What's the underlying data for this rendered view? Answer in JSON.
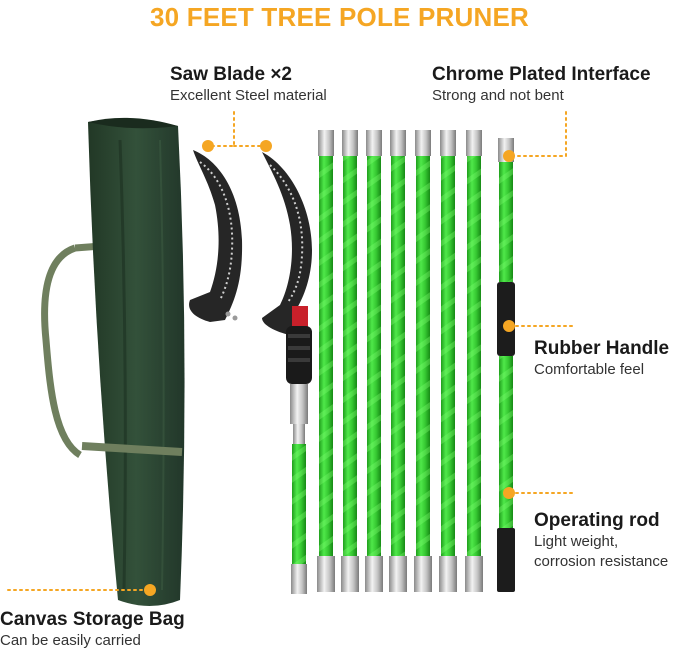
{
  "title": "30 FEET TREE POLE PRUNER",
  "colors": {
    "accent": "#f5a623",
    "pole_green": "#3fd63a",
    "bag_green": "#2f4a33",
    "blade_black": "#262626"
  },
  "callouts": {
    "saw_blade": {
      "heading": "Saw Blade ×2",
      "subtitle": "Excellent Steel material"
    },
    "interface": {
      "heading": "Chrome Plated Interface",
      "subtitle": "Strong and not bent"
    },
    "handle": {
      "heading": "Rubber Handle",
      "subtitle": "Comfortable feel"
    },
    "rod": {
      "heading": "Operating rod",
      "subtitle_line1": "Light weight,",
      "subtitle_line2": "corrosion resistance"
    },
    "bag": {
      "heading": "Canvas Storage Bag",
      "subtitle": "Can be easily carried"
    }
  }
}
